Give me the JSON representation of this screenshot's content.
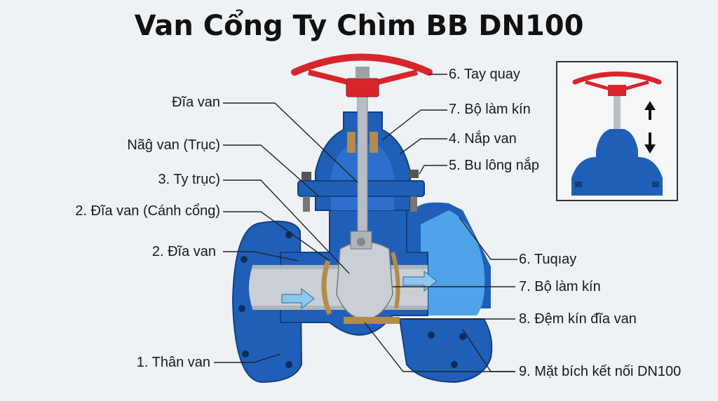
{
  "title": "Van Cổng Ty Chìm BB DN100",
  "labels_left": [
    {
      "id": "dia-van-top",
      "text": "Đĩa van"
    },
    {
      "id": "nang-van",
      "text": "Nãĝ van (Trục)"
    },
    {
      "id": "ty-truc",
      "text": "3. Ty trục)"
    },
    {
      "id": "dia-van-canh-cong",
      "text": "2. Đĩa van (Cánh cổng)"
    },
    {
      "id": "dia-van-2",
      "text": "2. Đĩa van"
    },
    {
      "id": "than-van",
      "text": "1. Thân van"
    }
  ],
  "labels_right": [
    {
      "id": "tay-quay",
      "text": "6. Tay quay"
    },
    {
      "id": "bo-lam-kin-top",
      "text": "7. Bộ làm kín"
    },
    {
      "id": "nap-van",
      "text": "4. Nắp van"
    },
    {
      "id": "bu-long-nap",
      "text": "5. Bu lông nắp"
    },
    {
      "id": "tuqiay",
      "text": "6. Tuqıay"
    },
    {
      "id": "bo-lam-kin-2",
      "text": "7. Bộ làm kín"
    },
    {
      "id": "dem-kin",
      "text": "8. Đệm kín đĩa van"
    },
    {
      "id": "mat-bich",
      "text": "9. Mặt bích kết nối DN100"
    }
  ],
  "colors": {
    "body_blue": "#1f5fb8",
    "body_dark": "#123f80",
    "handwheel_red": "#d8252a",
    "pipe_interior": "#c9cfd4",
    "light_blue_cut": "#4fa3e8",
    "seal_brown": "#b58a4a",
    "arrow_blue": "#8ec6ee"
  },
  "icons": [
    "up-arrow-icon",
    "down-arrow-icon"
  ]
}
